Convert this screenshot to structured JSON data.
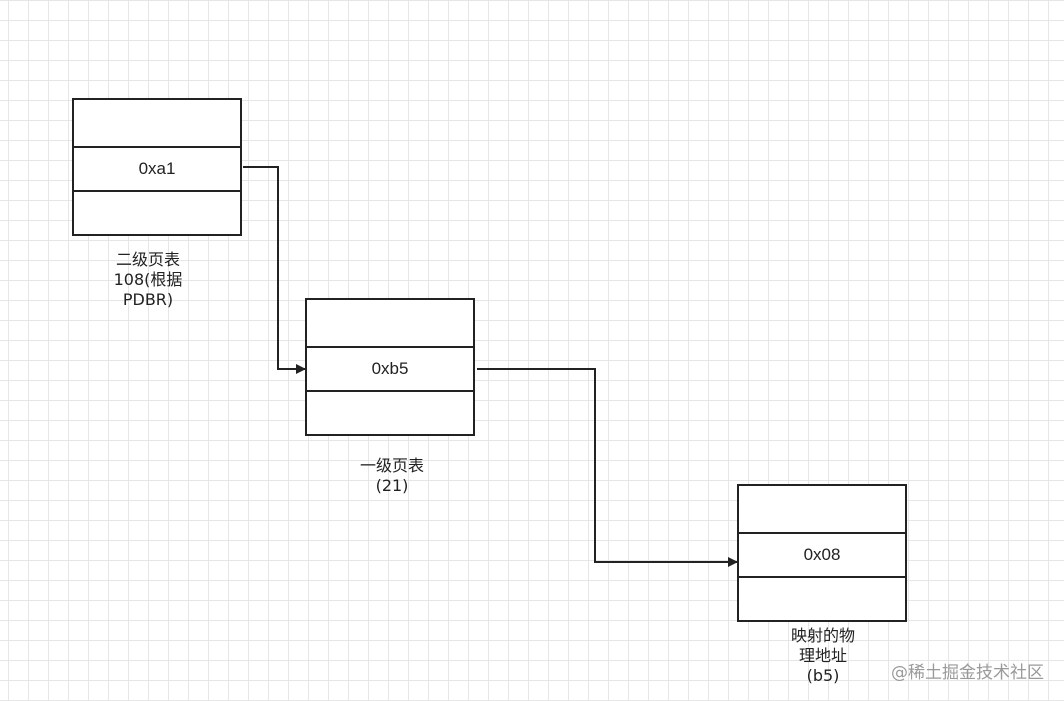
{
  "tables": [
    {
      "name": "level2",
      "value": "0xa1",
      "label_lines": [
        "二级页表",
        "108(根据",
        "PDBR)"
      ]
    },
    {
      "name": "level1",
      "value": "0xb5",
      "label_lines": [
        "一级页表",
        "(21)"
      ]
    },
    {
      "name": "physical",
      "value": "0x08",
      "label_lines": [
        "映射的物",
        "理地址",
        "(b5)"
      ]
    }
  ],
  "watermark": "@稀土掘金技术社区",
  "colors": {
    "stroke": "#222222",
    "grid": "#e6e6e6",
    "watermark": "#9a9a9a"
  }
}
